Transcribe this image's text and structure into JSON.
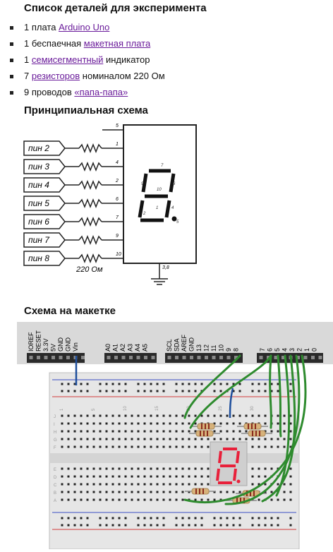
{
  "parts": {
    "heading": "Список деталей для эксперимента",
    "items": [
      {
        "pre": "1 плата ",
        "link": "Arduino Uno",
        "post": ""
      },
      {
        "pre": "1 беспаечная ",
        "link": "макетная плата",
        "post": ""
      },
      {
        "pre": "1 ",
        "link": "семисегментный",
        "post": " индикатор"
      },
      {
        "pre": "7 ",
        "link": "резисторов",
        "post": " номиналом 220 Ом"
      },
      {
        "pre": "9 проводов ",
        "link": "«папа-папа»",
        "post": ""
      }
    ]
  },
  "schematic": {
    "heading": "Принципиальная схема",
    "pins": [
      "пин 2",
      "пин 3",
      "пин 4",
      "пин 5",
      "пин 6",
      "пин 7",
      "пин 8"
    ],
    "pin_numbers": [
      "1",
      "4",
      "2",
      "6",
      "7",
      "9",
      "10"
    ],
    "top_pin": "5",
    "bottom_pin": "3,8",
    "resistor_label": "220 Ом",
    "digit_labels": [
      "7",
      "9",
      "6",
      "10",
      "4",
      "2",
      "1",
      "5"
    ]
  },
  "breadboard": {
    "heading": "Схема на макетке",
    "power_labels": [
      "IOREF",
      "RESET",
      "3.3V",
      "5V",
      "GND",
      "GND",
      "Vin"
    ],
    "analog_labels": [
      "A0",
      "A1",
      "A2",
      "A3",
      "A4",
      "A5"
    ],
    "digital_left_labels": [
      "SCL",
      "SDA",
      "AREF",
      "GND",
      "13",
      "12",
      "11",
      "10",
      "9",
      "8"
    ],
    "digital_right_labels": [
      "7",
      "6",
      "5",
      "4",
      "3",
      "2",
      "1",
      "0"
    ],
    "row_letters_left": [
      "J",
      "I",
      "H",
      "G",
      "F",
      "E",
      "D",
      "C",
      "B",
      "A"
    ],
    "col_numbers": [
      "1",
      "5",
      "10",
      "15",
      "20",
      "25",
      "30"
    ],
    "wire_color": "#2e8b2e",
    "display_color": "#e8203a"
  }
}
